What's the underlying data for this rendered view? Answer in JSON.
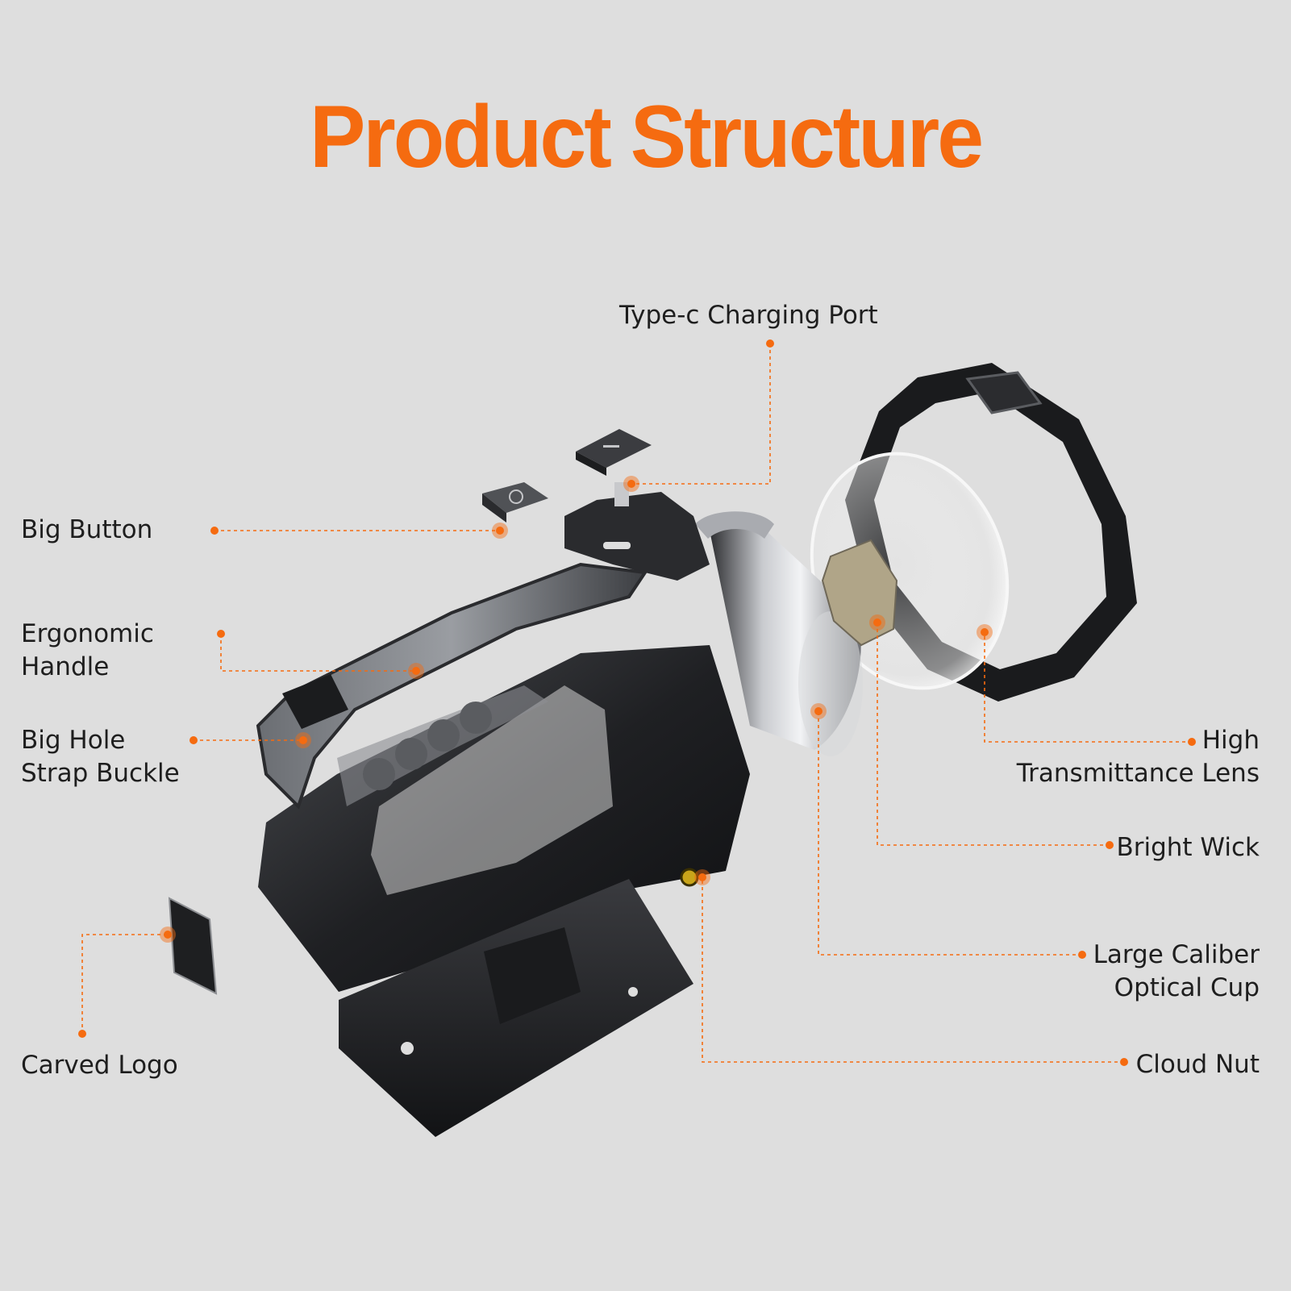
{
  "title": "Product Structure",
  "accent_color": "#f56b10",
  "labels": {
    "type_c_port": [
      "Type-c Charging Port"
    ],
    "big_button": [
      "Big Button"
    ],
    "ergonomic_handle": [
      "Ergonomic",
      "Handle"
    ],
    "big_hole_strap_buckle": [
      "Big Hole",
      "Strap Buckle"
    ],
    "carved_logo": [
      "Carved Logo"
    ],
    "high_transmittance_lens": [
      "High",
      "Transmittance Lens"
    ],
    "bright_wick": [
      "Bright Wick"
    ],
    "large_caliber_optical_cup": [
      "Large Caliber",
      "Optical Cup"
    ],
    "cloud_nut": [
      "Cloud Nut"
    ]
  }
}
